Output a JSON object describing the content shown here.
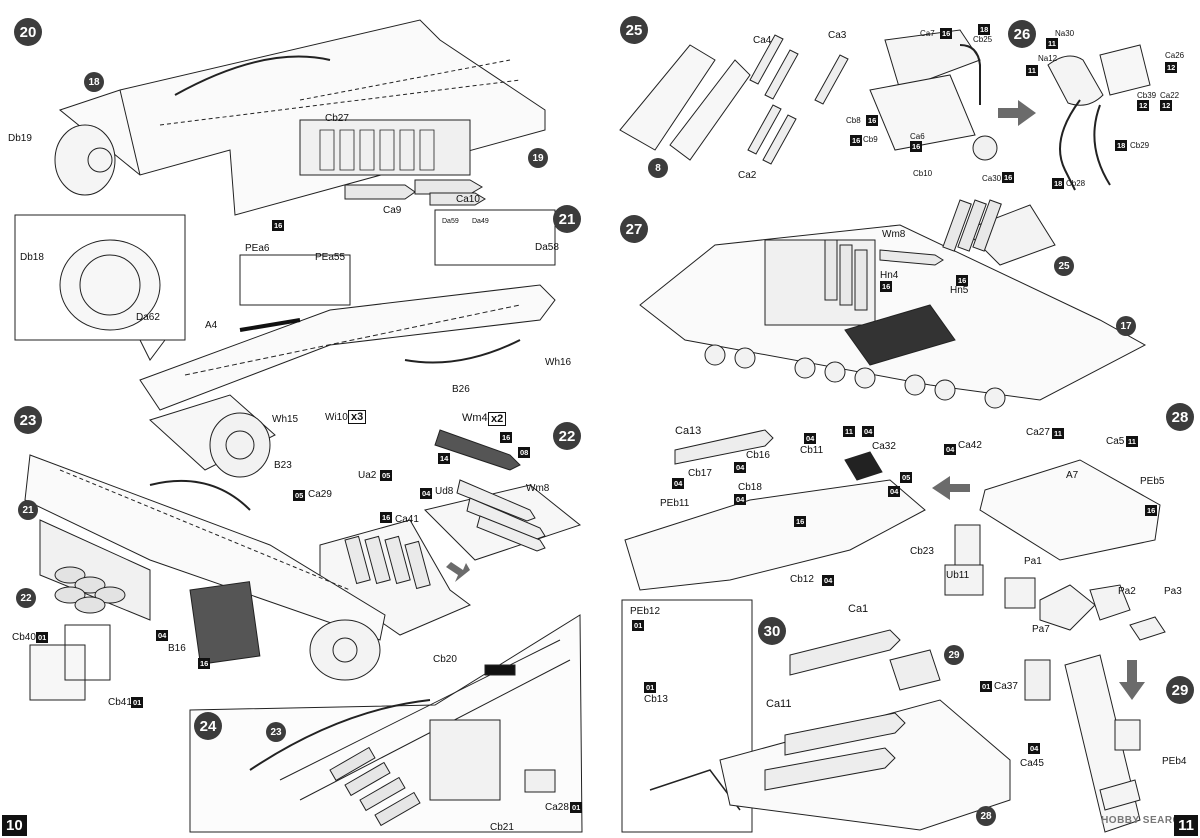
{
  "left_page": {
    "page_number": "10",
    "steps": {
      "s20": {
        "num": "20",
        "labels": {
          "l1": "Db19",
          "l2": "Cb27",
          "l3": "Ca9",
          "l4": "Ca10"
        },
        "callouts": {
          "c1": "18",
          "c2": "19"
        },
        "sprues": {
          "sp1": "16"
        }
      },
      "s21": {
        "num": "21",
        "labels": {
          "l1": "Db18",
          "l2": "Da62",
          "l3": "A4",
          "l4": "PEa6",
          "l5": "PEa55",
          "l6": "Da59",
          "l7": "Da49",
          "l8": "Da58",
          "l9": "Wh16",
          "l10": "B26",
          "l11": "Wh15",
          "l12": "Wi10",
          "l13": "B23"
        },
        "mult": "x3"
      },
      "s22": {
        "num": "22",
        "labels": {
          "l1": "Wm4",
          "l2": "Wm8",
          "l3": "Ud8"
        },
        "mult": "x2",
        "sprues": {
          "sp1": "16",
          "sp2": "08",
          "sp3": "14",
          "sp4": "04"
        }
      },
      "s23": {
        "num": "23",
        "labels": {
          "l1": "Ua2",
          "l2": "Ca29",
          "l3": "Ca41",
          "l4": "B16",
          "l5": "Cb40",
          "l6": "Cb41"
        },
        "callouts": {
          "c1": "21",
          "c2": "22"
        },
        "sprues": {
          "sp1": "05",
          "sp2": "05",
          "sp3": "16",
          "sp4": "04",
          "sp5": "16",
          "sp6": "01",
          "sp7": "01"
        }
      },
      "s24": {
        "num": "24",
        "labels": {
          "l1": "Cb20",
          "l2": "Ca28",
          "l3": "Cb21"
        },
        "callouts": {
          "c1": "23"
        },
        "sprues": {
          "sp1": "01"
        }
      }
    }
  },
  "right_page": {
    "page_number": "11",
    "steps": {
      "s25": {
        "num": "25",
        "labels": {
          "l1": "Ca4",
          "l2": "Ca3",
          "l3": "Ca7",
          "l4": "Cb25",
          "l5": "Cb8",
          "l6": "Cb9",
          "l7": "Ca6",
          "l8": "Ca2",
          "l9": "Cb10",
          "l10": "Ca30"
        },
        "callouts": {
          "c1": "8"
        },
        "sprues": {
          "sp1": "16",
          "sp2": "18",
          "sp3": "16",
          "sp4": "16",
          "sp5": "16",
          "sp6": "16"
        }
      },
      "s26": {
        "num": "26",
        "labels": {
          "l1": "Na30",
          "l2": "Na12",
          "l3": "Ca26",
          "l4": "Cb39",
          "l5": "Ca22",
          "l6": "Cb29",
          "l7": "Cb28"
        },
        "sprues": {
          "sp1": "11",
          "sp2": "11",
          "sp3": "12",
          "sp4": "12",
          "sp5": "12",
          "sp6": "18",
          "sp7": "18"
        }
      },
      "s27": {
        "num": "27",
        "labels": {
          "l1": "Wm8",
          "l2": "Hn4",
          "l3": "Hn5"
        },
        "callouts": {
          "c1": "25",
          "c2": "17"
        },
        "sprues": {
          "sp1": "16",
          "sp2": "16"
        }
      },
      "s28": {
        "num": "28",
        "labels": {
          "l1": "Ca13",
          "l2": "Cb16",
          "l3": "Cb11",
          "l4": "Ca32",
          "l5": "Cb17",
          "l6": "Cb18",
          "l7": "PEb11",
          "l8": "Cb12",
          "l9": "Ca42",
          "l10": "Ca27",
          "l11": "Ca5",
          "l12": "A7",
          "l13": "PEb5",
          "l14": "Cb23",
          "l15": "Ub11",
          "l16": "Pa1",
          "l17": "Pa2",
          "l18": "Pa3",
          "l19": "Pa7"
        },
        "sprues": {
          "sp1": "04",
          "sp2": "04",
          "sp3": "11",
          "sp4": "04",
          "sp5": "05",
          "sp6": "04",
          "sp7": "04",
          "sp8": "16",
          "sp9": "04",
          "sp10": "04",
          "sp11": "11",
          "sp12": "11",
          "sp13": "16"
        }
      },
      "s29": {
        "num": "29",
        "labels": {
          "l1": "Ca37",
          "l2": "Ca45",
          "l3": "PEb4"
        },
        "sprues": {
          "sp1": "01",
          "sp2": "04"
        }
      },
      "s30": {
        "num": "30",
        "labels": {
          "l1": "Ca1",
          "l2": "Ca11",
          "l3": "PEb12",
          "l4": "Cb13"
        },
        "callouts": {
          "c1": "29",
          "c2": "28"
        },
        "sprues": {
          "sp1": "01",
          "sp2": "01"
        }
      }
    },
    "watermark": "HOBBY SEARCH"
  },
  "colors": {
    "ink": "#111111",
    "callout_fill": "#3c3c3c",
    "paper": "#ffffff",
    "arrow_gray": "#6b6b6b"
  }
}
